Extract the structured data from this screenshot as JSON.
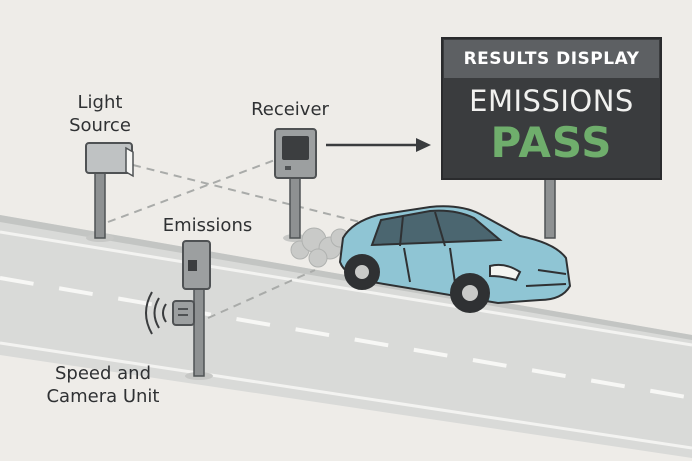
{
  "labels": {
    "light_source": [
      "Light",
      "Source"
    ],
    "receiver": "Receiver",
    "emissions": "Emissions",
    "speed_camera_unit": [
      "Speed and",
      "Camera Unit"
    ]
  },
  "results_display": {
    "header": "RESULTS DISPLAY",
    "title": "EMISSIONS",
    "status": "PASS",
    "status_color": "#6fae6c"
  },
  "colors": {
    "background": "#eeece8",
    "road": "#d7d8d6",
    "car_body": "#8fc5d4",
    "sign_panel": "#3a3c3e",
    "equipment": "#8e9192"
  },
  "icons": [
    "light-source-icon",
    "receiver-icon",
    "speed-camera-icon",
    "sound-wave-icon",
    "arrow-right-icon",
    "car-icon",
    "exhaust-smoke-icon"
  ]
}
